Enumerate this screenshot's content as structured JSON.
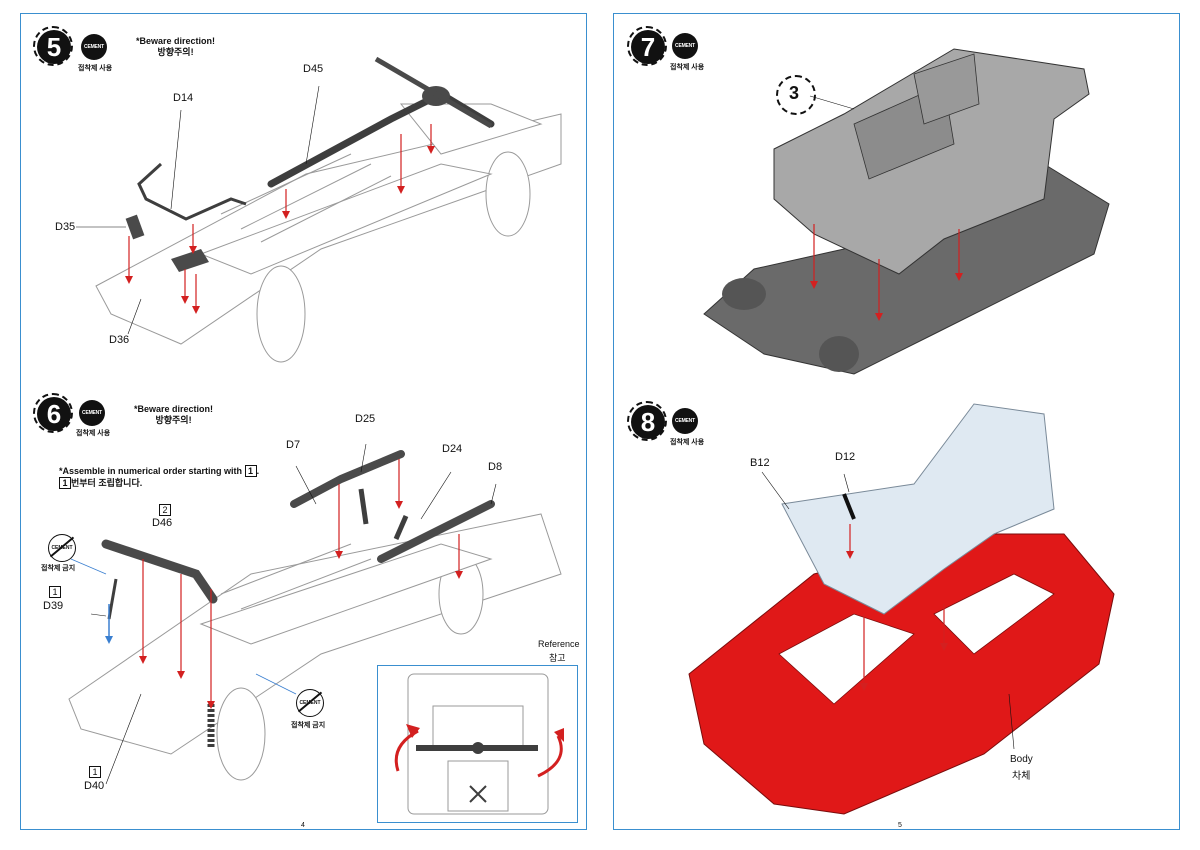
{
  "left_page": {
    "page_number": "4",
    "step5": {
      "number": "5",
      "cement_icon": "CEMENT",
      "cement_label": "접착제 사용",
      "note_line1": "*Beware direction!",
      "note_line2": "방향주의!",
      "parts": {
        "d45": "D45",
        "d14": "D14",
        "d35": "D35",
        "d36": "D36"
      }
    },
    "step6": {
      "number": "6",
      "cement_icon": "CEMENT",
      "cement_label": "접착제 사용",
      "note_line1": "*Beware direction!",
      "note_line2": "방향주의!",
      "assemble_line1": "*Assemble in numerical order starting with",
      "assemble_line2": "번부터 조립합니다.",
      "order_marker": "1",
      "no_cement_icon": "CEMENT",
      "no_cement_label": "접착제 금지",
      "parts": {
        "d7": "D7",
        "d25": "D25",
        "d24": "D24",
        "d8": "D8",
        "d46": "D46",
        "d46_order": "2",
        "d39": "D39",
        "d39_order": "1",
        "d40": "D40",
        "d40_order": "1"
      },
      "reference_en": "Reference",
      "reference_kr": "참고"
    }
  },
  "right_page": {
    "page_number": "5",
    "step7": {
      "number": "7",
      "cement_icon": "CEMENT",
      "cement_label": "접착제 사용",
      "subassembly_ref": "3"
    },
    "step8": {
      "number": "8",
      "cement_icon": "CEMENT",
      "cement_label": "접착제 사용",
      "parts": {
        "b12": "B12",
        "d12": "D12"
      },
      "body_en": "Body",
      "body_kr": "차체"
    }
  },
  "colors": {
    "page_border": "#3a8fcf",
    "arrow_red": "#d32020",
    "arrow_blue": "#3a7fd0",
    "part_dark": "#4a4a4a",
    "chassis_gray": "#6a6a6a",
    "interior_gray": "#a8a8a8",
    "body_red": "#e01818",
    "glass_blue": "#dfe9f2"
  }
}
